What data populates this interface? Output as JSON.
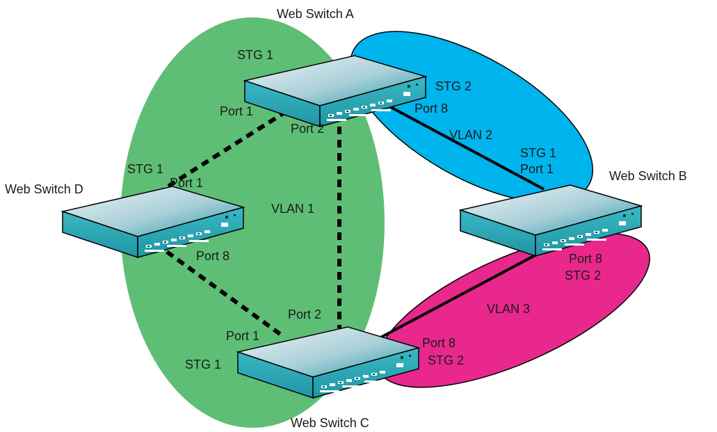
{
  "colors": {
    "stg1_region": "#5fbe75",
    "blue_region": "#00b4ee",
    "magenta_region": "#e8288c",
    "switch_front": "#2aa6b4",
    "switch_top_light": "#e6eef5",
    "switch_top_dark": "#1c9aa8",
    "link": "#000000"
  },
  "switches": {
    "a": {
      "name": "Web Switch A"
    },
    "b": {
      "name": "Web Switch B"
    },
    "c": {
      "name": "Web Switch C"
    },
    "d": {
      "name": "Web Switch D"
    }
  },
  "labels": {
    "a_stg1": "STG 1",
    "a_stg2": "STG 2",
    "a_port1": "Port 1",
    "a_port2": "Port 2",
    "a_port8": "Port 8",
    "b_stg1": "STG 1",
    "b_port1": "Port 1",
    "b_port8": "Port 8",
    "b_stg2": "STG 2",
    "d_stg1": "STG 1",
    "d_port1": "Port 1",
    "d_port8": "Port 8",
    "c_port2": "Port 2",
    "c_port1": "Port 1",
    "c_stg1": "STG 1",
    "c_port8": "Port 8",
    "c_stg2": "STG 2",
    "vlan1": "VLAN 1",
    "vlan2": "VLAN 2",
    "vlan3": "VLAN 3"
  }
}
